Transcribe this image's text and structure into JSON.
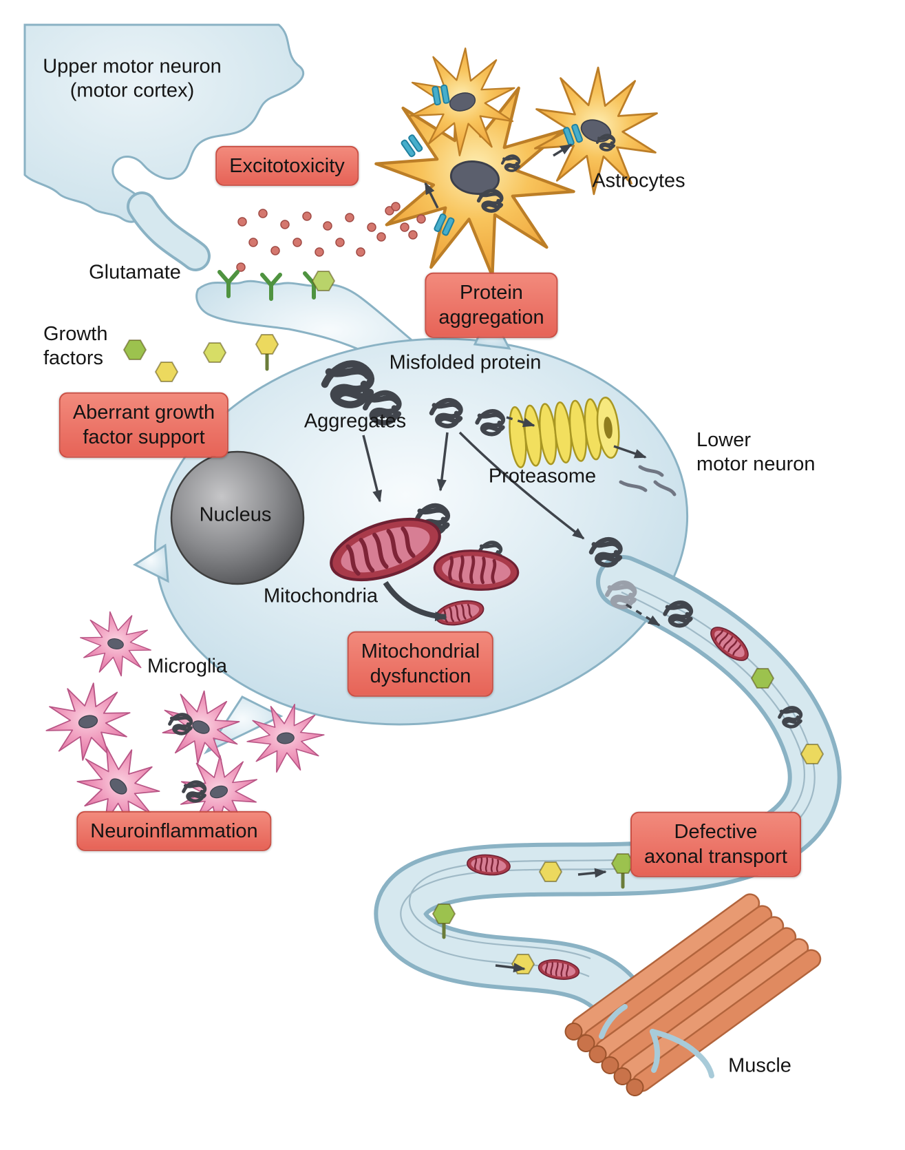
{
  "diagram": {
    "plain_labels": {
      "upper_motor_neuron": "Upper motor neuron\n(motor cortex)",
      "glutamate": "Glutamate",
      "growth_factors": "Growth\nfactors",
      "astrocytes": "Astrocytes",
      "misfolded_protein": "Misfolded protein",
      "aggregates": "Aggregates",
      "proteasome": "Proteasome",
      "lower_motor_neuron": "Lower\nmotor neuron",
      "nucleus": "Nucleus",
      "mitochondria": "Mitochondria",
      "microglia": "Microglia",
      "muscle": "Muscle"
    },
    "highlight_labels": {
      "excitotoxicity": "Excitotoxicity",
      "protein_aggregation": "Protein\naggregation",
      "aberrant_growth_factor_support": "Aberrant growth\nfactor support",
      "mitochondrial_dysfunction": "Mitochondrial\ndysfunction",
      "neuroinflammation": "Neuroinflammation",
      "defective_axonal_transport": "Defective\naxonal transport"
    },
    "colors": {
      "highlight_box": "#ed6e61",
      "neuron_fill": "#d6e8ef",
      "neuron_outline": "#8ab2c4",
      "astrocyte": "#f6bb4f",
      "microglia": "#ef94b9",
      "nucleus": "#7c7d80",
      "mitochondria": "#a93a4a",
      "proteasome": "#f2df5e",
      "muscle": "#e89a72",
      "aggregate": "#41454c"
    }
  }
}
